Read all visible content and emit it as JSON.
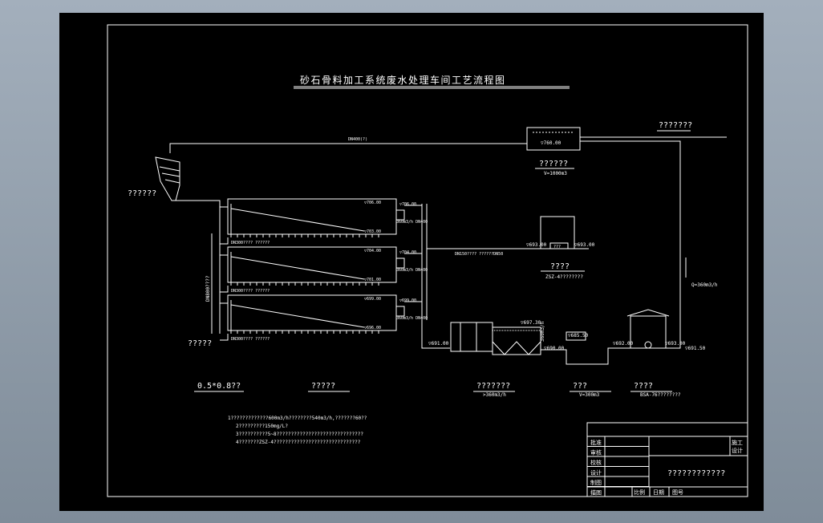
{
  "title": "砂石骨料加工系统废水处理车间工艺流程图",
  "labels": {
    "hopper": "??????",
    "top_right": "???????",
    "tank_top": "??????",
    "tank_top_sub": "V=1000m3",
    "tank_top_elev": "▽760.00",
    "pipe_top": "DN400(?)",
    "left_bottom": "?????",
    "vertical_pipe": "DN800????",
    "mid_tank": "????",
    "mid_tank_sub": "ZSZ-4????????",
    "mid_tank_in": "???",
    "mid_tank_elev1": "▽693.00",
    "mid_tank_elev2": "▽693.00",
    "mid_pipe": "DN150???? ??????DN50",
    "flow_right": "Q=360m3/h",
    "elev_right": "▽691.50",
    "elev_pump": "▽693.00",
    "elev_b1": "▽691.00",
    "elev_b2": "▽685.50",
    "elev_b3": "▽690.00",
    "elev_b4": "▽692.00",
    "elev_b5": "▽697.30",
    "flow_b": "360m3/h"
  },
  "classifiers": [
    {
      "elev_a": "▽706.00",
      "elev_b": "▽706.00",
      "elev_c": "▽703.00",
      "flow": "360m3/h DN400",
      "pipe": "DN300???? ??????"
    },
    {
      "elev_a": "▽704.00",
      "elev_b": "▽704.00",
      "elev_c": "▽701.00",
      "flow": "360m3/h DN400",
      "pipe": "DN300???? ??????"
    },
    {
      "elev_a": "▽699.00",
      "elev_b": "▽699.00",
      "elev_c": "▽696.00",
      "flow": "360m3/h DN400",
      "pipe": "DN300???? ??????"
    }
  ],
  "legend": [
    {
      "name": "0.5*0.8??",
      "sub": ""
    },
    {
      "name": "?????",
      "sub": ""
    },
    {
      "name": "???????",
      "sub": ">360m3/h"
    },
    {
      "name": "???",
      "sub": "V=300m3"
    },
    {
      "name": "????",
      "sub": "BSA-76????????"
    }
  ],
  "notes": [
    "1?????????????600m3/h????????540m3/h,???????60??",
    "2?????????150mg/L?",
    "3??????????5~8??????????????????????????????",
    "4???????ZSZ-4??????????????????????????????"
  ],
  "titleblock": {
    "rows": [
      "批准",
      "审核",
      "校核",
      "设计",
      "制图",
      "描图"
    ],
    "cell_right_1": "施工",
    "cell_right_2": "设计",
    "drawing_name": "????????????",
    "bottom": [
      "比例",
      "日期",
      "图号"
    ]
  }
}
